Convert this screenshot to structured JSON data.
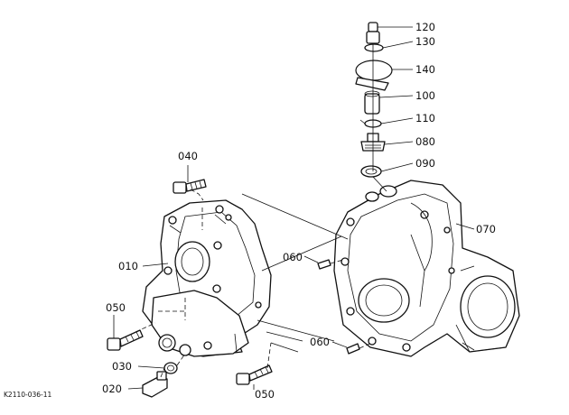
{
  "diagram": {
    "reference_code": "K2110-036-11",
    "callouts": [
      {
        "id": "c120",
        "label": "120"
      },
      {
        "id": "c130",
        "label": "130"
      },
      {
        "id": "c140",
        "label": "140"
      },
      {
        "id": "c100",
        "label": "100"
      },
      {
        "id": "c110",
        "label": "110"
      },
      {
        "id": "c080",
        "label": "080"
      },
      {
        "id": "c090",
        "label": "090"
      },
      {
        "id": "c070",
        "label": "070"
      },
      {
        "id": "c040",
        "label": "040"
      },
      {
        "id": "c010",
        "label": "010"
      },
      {
        "id": "c060a",
        "label": "060"
      },
      {
        "id": "c060b",
        "label": "060"
      },
      {
        "id": "c050a",
        "label": "050"
      },
      {
        "id": "c050b",
        "label": "050"
      },
      {
        "id": "c030",
        "label": "030"
      },
      {
        "id": "c020",
        "label": "020"
      }
    ]
  }
}
